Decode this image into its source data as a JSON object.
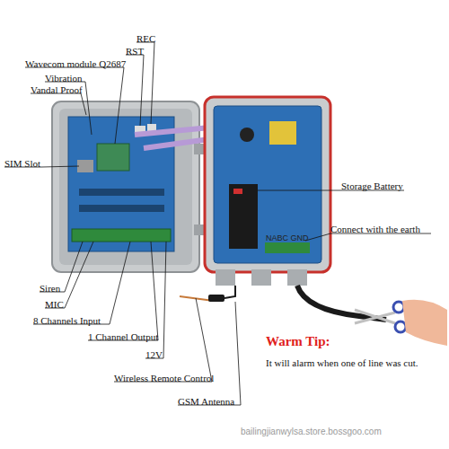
{
  "diagram": {
    "labels": [
      "REC",
      "RST",
      "Wavecom module Q2687",
      "Vibration",
      "Vandal Proof",
      "SIM Slot",
      "Storage Battery",
      "Connect with the earth",
      "NABC GND",
      "Siren",
      "MIC",
      "8 Channels Input",
      "1 Channel Output",
      "12V",
      "Warm Tip:",
      "It will alarm when one of line was cut.",
      "Wireless Remote Control",
      "GSM Antenna",
      "bailingjianwylsa.store.bossgoo.com"
    ]
  }
}
